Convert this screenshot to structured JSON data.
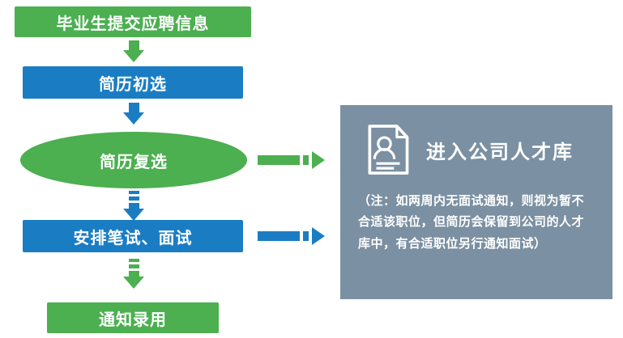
{
  "flowchart": {
    "steps": [
      {
        "label": "毕业生提交应聘信息",
        "shape": "rectangle",
        "color": "green"
      },
      {
        "label": "简历初选",
        "shape": "rectangle",
        "color": "blue"
      },
      {
        "label": "简历复选",
        "shape": "ellipse",
        "color": "green"
      },
      {
        "label": "安排笔试、面试",
        "shape": "rectangle",
        "color": "blue"
      },
      {
        "label": "通知录用",
        "shape": "rectangle",
        "color": "green"
      }
    ]
  },
  "talent_pool_panel": {
    "title": "进入公司人才库",
    "note": "（注：如两周内无面试通知，则视为暂不合适该职位，但简历会保留到公司的人才库中，有合适职位另行通知面试）",
    "icon": "document-person-icon"
  },
  "colors": {
    "green": "#4caf50",
    "blue": "#1a7dc4",
    "panel_slate": "#7b90a2",
    "text_on_fill": "#ffffff",
    "background": "#ffffff"
  }
}
